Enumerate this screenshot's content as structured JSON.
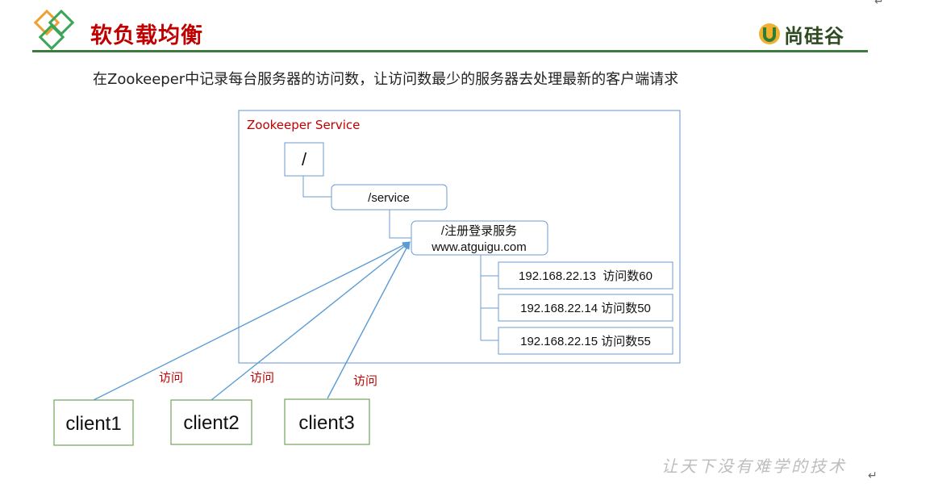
{
  "header": {
    "title": "软负载均衡",
    "brand_name": "尚硅谷",
    "colors": {
      "title": "#c00000",
      "rule": "#3d7a3d",
      "logo_orange": "#f0a030",
      "logo_green": "#3aa655"
    }
  },
  "description": "在Zookeeper中记录每台服务器的访问数，让访问数最少的服务器去处理最新的客户端请求",
  "diagram": {
    "service_label": "Zookeeper Service",
    "root_node": "/",
    "service_node": "/service",
    "register_node": {
      "line1": "/注册登录服务",
      "line2": "www.atguigu.com"
    },
    "servers": [
      {
        "label": "192.168.22.13  访问数60"
      },
      {
        "label": "192.168.22.14 访问数50"
      },
      {
        "label": "192.168.22.15 访问数55"
      }
    ],
    "clients": [
      {
        "label": "client1",
        "edge_label": "访问"
      },
      {
        "label": "client2",
        "edge_label": "访问"
      },
      {
        "label": "client3",
        "edge_label": "访问"
      }
    ],
    "colors": {
      "container": "#7fa7d6",
      "node": "#6d9bd1",
      "client": "#70a35a",
      "arrow": "#5b9bd5"
    }
  },
  "footer": {
    "watermark": "让天下没有难学的技术",
    "return_mark": "↵"
  }
}
